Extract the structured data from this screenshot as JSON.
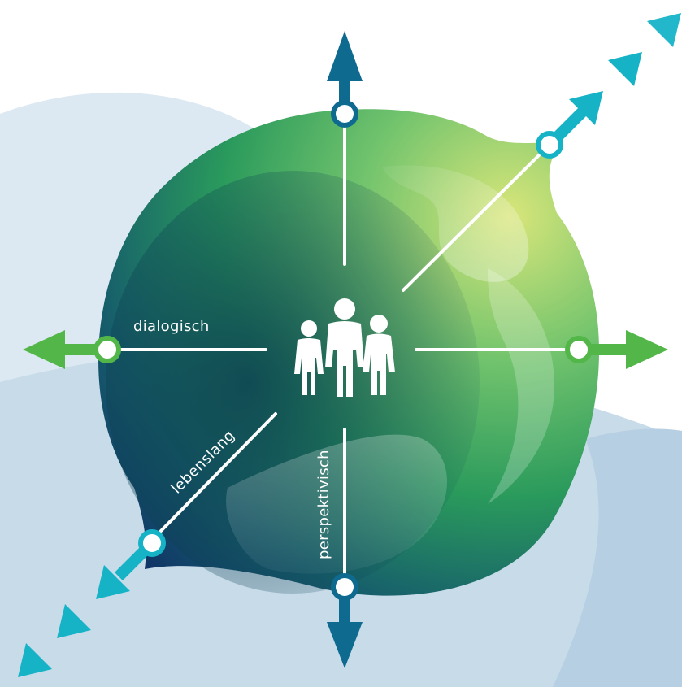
{
  "labels": {
    "left": "dialogisch",
    "bottom_left": "lebenslang",
    "bottom": "perspektivisch"
  },
  "icons": {
    "center": "family-icon",
    "arrows": [
      "arrow-up-icon",
      "arrow-up-right-icon",
      "arrow-right-icon",
      "arrow-down-icon",
      "arrow-down-left-icon",
      "arrow-left-icon"
    ]
  },
  "colors": {
    "background": "#ffffff",
    "backdrop_light": "#dde9f2",
    "backdrop_mid": "#bdd3e4",
    "sphere_dark": "#0e3d6e",
    "sphere_green": "#2f9d62",
    "sphere_light": "#c8df6f",
    "arrow_teal": "#16b3c7",
    "arrow_petrol": "#0f6a8f",
    "arrow_green": "#52b748",
    "line_white": "#ffffff"
  }
}
